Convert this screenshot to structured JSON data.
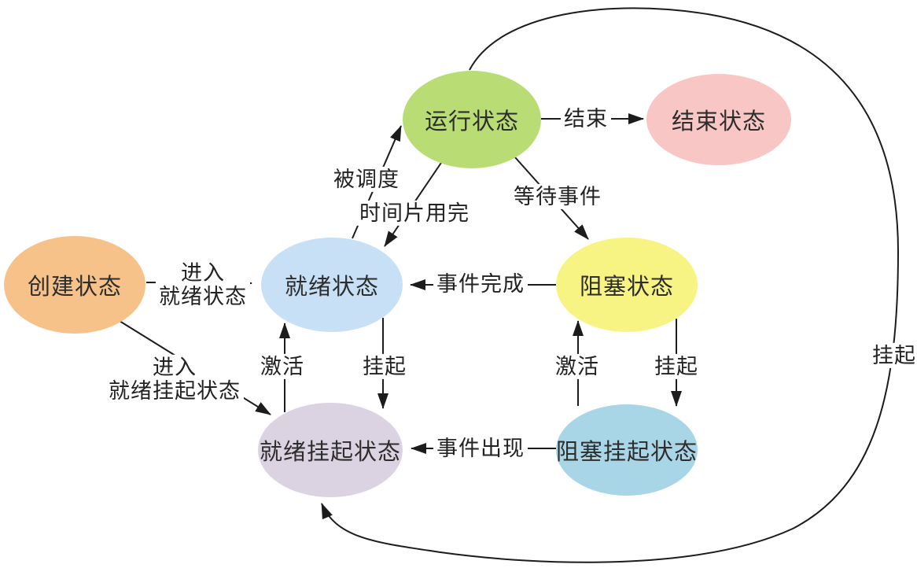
{
  "diagram": {
    "type": "state-transition-diagram",
    "language": "zh-CN",
    "colors": {
      "background": "#ffffff",
      "edge_stroke": "#1c1c1c",
      "text": "#2d2d2d"
    }
  },
  "nodes": [
    {
      "id": "created",
      "label": "创建状态",
      "color": "#f6c289"
    },
    {
      "id": "running",
      "label": "运行状态",
      "color": "#b9dc74"
    },
    {
      "id": "terminated",
      "label": "结束状态",
      "color": "#f7c6c5"
    },
    {
      "id": "ready",
      "label": "就绪状态",
      "color": "#c7e0f6"
    },
    {
      "id": "blocked",
      "label": "阻塞状态",
      "color": "#f8f484"
    },
    {
      "id": "ready-suspended",
      "label": "就绪挂起状态",
      "color": "#dcd3e2"
    },
    {
      "id": "blocked-suspended",
      "label": "阻塞挂起状态",
      "color": "#a9d6e6"
    }
  ],
  "edges": [
    {
      "from": "created",
      "to": "ready",
      "label": "进入",
      "label2": "就绪状态"
    },
    {
      "from": "created",
      "to": "ready-suspended",
      "label": "进入",
      "label2": "就绪挂起状态"
    },
    {
      "from": "ready",
      "to": "running",
      "label": "被调度"
    },
    {
      "from": "running",
      "to": "ready",
      "label": "时间片用完"
    },
    {
      "from": "running",
      "to": "terminated",
      "label": "结束"
    },
    {
      "from": "running",
      "to": "blocked",
      "label": "等待事件"
    },
    {
      "from": "blocked",
      "to": "ready",
      "label": "事件完成"
    },
    {
      "from": "ready-suspended",
      "to": "ready",
      "label": "激活"
    },
    {
      "from": "ready",
      "to": "ready-suspended",
      "label": "挂起"
    },
    {
      "from": "blocked-suspended",
      "to": "blocked",
      "label": "激活"
    },
    {
      "from": "blocked",
      "to": "blocked-suspended",
      "label": "挂起"
    },
    {
      "from": "blocked-suspended",
      "to": "ready-suspended",
      "label": "事件出现"
    },
    {
      "from": "running",
      "to": "ready-suspended",
      "label": "挂起"
    }
  ]
}
